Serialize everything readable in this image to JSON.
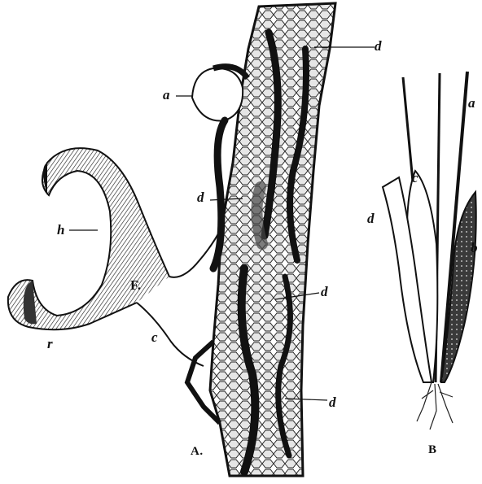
{
  "panels": {
    "A": {
      "caption": "A."
    },
    "B": {
      "caption": "B"
    }
  },
  "labels": {
    "d_top": "d",
    "a_left": "a",
    "d_mid": "d",
    "h": "h",
    "F": "F.",
    "d_low1": "d",
    "c_left": "c",
    "r": "r",
    "d_low2": "d",
    "a_right": "a",
    "c_right": "c",
    "d_right": "d",
    "b": "b"
  },
  "colors": {
    "ink": "#111111",
    "paper": "#ffffff",
    "cell_fill": "#d6d6d6"
  }
}
